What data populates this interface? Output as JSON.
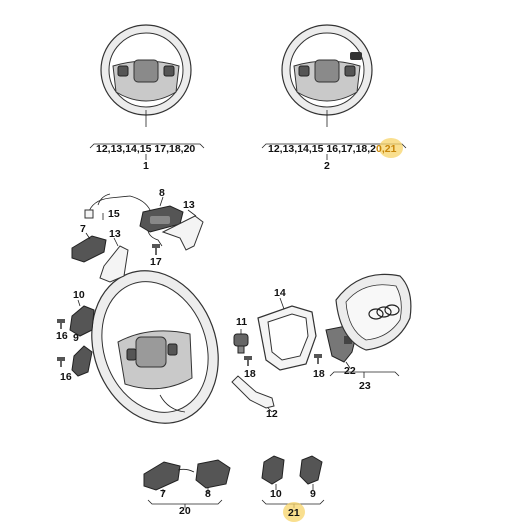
{
  "diagram": {
    "top_left": {
      "callout_numbers": "12,13,14,15 17,18,20",
      "assembly": "1"
    },
    "top_right": {
      "callout_numbers_plain": "12,13,14,15 16,17,18,2",
      "callout_numbers_highlight": "0,21",
      "assembly": "2"
    },
    "exploded": {
      "labels": {
        "p15": "15",
        "p8": "8",
        "p13a": "13",
        "p7": "7",
        "p13b": "13",
        "p17": "17",
        "p10": "10",
        "p16a": "16",
        "p9": "9",
        "p16b": "16",
        "p11": "11",
        "p14": "14",
        "p18a": "18",
        "p18b": "18",
        "p22": "22",
        "p23": "23",
        "p12": "12"
      }
    },
    "bottom_left": {
      "p7": "7",
      "p8": "8",
      "assembly": "20"
    },
    "bottom_right": {
      "p10": "10",
      "p9": "9",
      "assembly": "21"
    }
  },
  "colors": {
    "highlight": "#f7d46a",
    "line": "#222222"
  }
}
